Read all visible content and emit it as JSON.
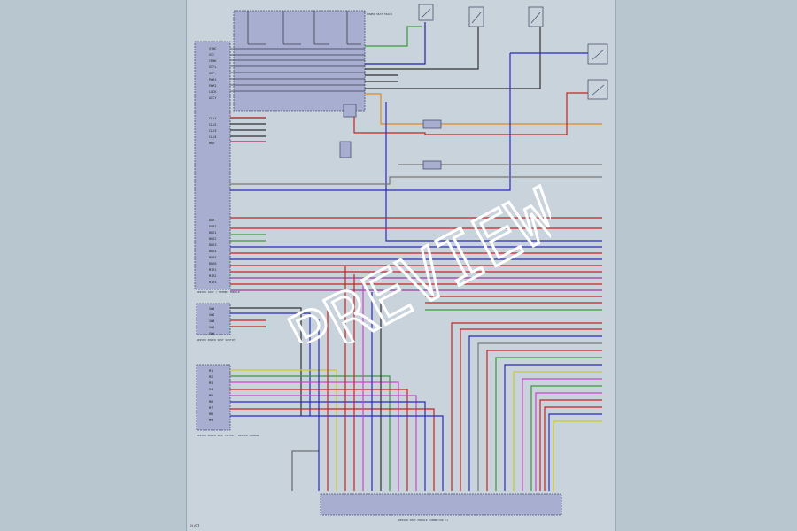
{
  "watermark": "PREVIEW",
  "footer": "BL/97",
  "modules": {
    "main_ecu": {
      "pins_top": [
        "SYNC",
        "VCC",
        "CRNK",
        "SCP+",
        "SCP-",
        "PWR1",
        "PWR2",
        "LOCK",
        "ACCY"
      ],
      "pins_mid": [
        "CLU1",
        "CLU2",
        "CLU3",
        "CLU4",
        "MDR"
      ],
      "pins_low": [
        "DOR",
        "DOR2",
        "BUS1",
        "BUS2",
        "BUS3",
        "BUS4",
        "BUS5",
        "BUS6",
        "MIR1",
        "MIR2",
        "MIR3"
      ],
      "label": "DRIVER SEAT / MEMORY MODULE"
    },
    "left_module": {
      "pins": [
        "SW1",
        "SW2",
        "SW3",
        "SW4",
        "SW5"
      ],
      "label": "DRIVER POWER SEAT SWITCH"
    },
    "left_module2": {
      "pins": [
        "M1",
        "M2",
        "M3",
        "M4",
        "M5",
        "M6",
        "M7",
        "M8",
        "M9"
      ],
      "label": "DRIVER POWER SEAT MOTOR / DRIVER LUMBAR"
    },
    "bottom_module": {
      "label": "DRIVER SEAT MODULE CONNECTOR C1"
    },
    "top_module": {
      "label": "POWER SEAT TRACK"
    }
  }
}
